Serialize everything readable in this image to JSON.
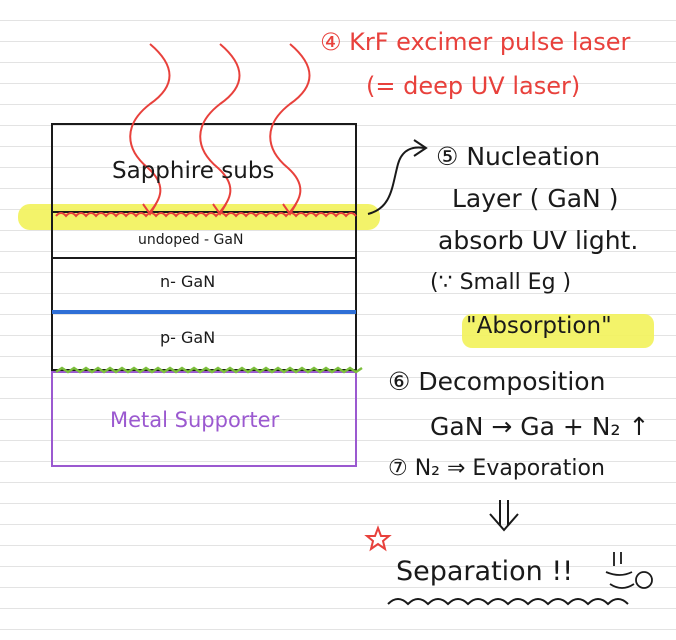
{
  "laser_note": {
    "line1": "④ KrF excimer pulse laser",
    "line2": "(= deep UV laser)"
  },
  "layers": {
    "sapphire": "Sapphire subs",
    "undoped": "undoped - GaN",
    "n_gan": "n- GaN",
    "p_gan": "p- GaN",
    "metal": "Metal Supporter"
  },
  "nucleation_note": {
    "line1": "⑤ Nucleation",
    "line2": "Layer ( GaN )",
    "line3": "absorb UV light.",
    "line4": "(∵ Small Eg )",
    "highlight": "\"Absorption\""
  },
  "decomposition_note": {
    "line1": "⑥ Decomposition",
    "reaction": "GaN → Ga + N₂ ↑",
    "line2": "⑦ N₂ ⇒ Evaporation",
    "result": "Separation !!"
  },
  "colors": {
    "laser": "#e8413c",
    "highlight": "#f2f25a",
    "n_p_interface": "#2f6fd6",
    "bonding": "#7cbf3c",
    "metal_outline": "#9b59d0",
    "ink": "#1a1a1a"
  }
}
